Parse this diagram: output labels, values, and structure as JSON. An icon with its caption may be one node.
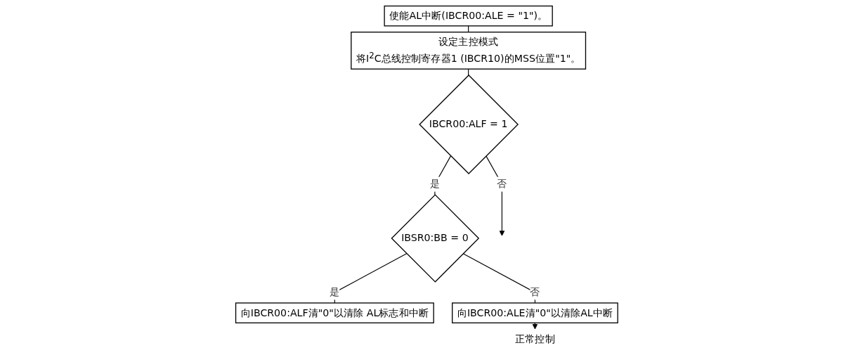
{
  "diagram": {
    "nodes": [
      {
        "text": [
          "使能AL中断(IBCR00:ALE = \"1\")。"
        ]
      },
      {
        "text": [
          "设定主控模式",
          "将I$^{2}$C总线控制寄存器1 (IBCR10)的MSS位置\"1\"。"
        ]
      },
      {
        "text": [
          "IBCR00:ALF = 1"
        ]
      },
      {
        "text": [
          "IBSR0:BB = 0"
        ]
      },
      {
        "text": [
          "向IBCR00:ALF清\"0\"以清除 AL标志和中断"
        ]
      },
      {
        "text": [
          "向IBCR00:ALE清\"0\"以清除AL中断"
        ]
      },
      {
        "text": [
          "正常控制"
        ]
      }
    ],
    "edges": [
      {
        "from": 0,
        "to": 1,
        "arrow": "none"
      },
      {
        "from": 1,
        "to": 2,
        "arrow": "none"
      },
      {
        "from": 2,
        "to": 3,
        "label": "是",
        "arrow": "none"
      },
      {
        "from": 2,
        "to": null,
        "label": "否",
        "arrow": "to"
      },
      {
        "from": 3,
        "to": 4,
        "label": "是",
        "arrow": "none"
      },
      {
        "from": 3,
        "to": 5,
        "label": "否",
        "arrow": "none"
      },
      {
        "from": 5,
        "to": 6,
        "arrow": "to"
      }
    ]
  }
}
